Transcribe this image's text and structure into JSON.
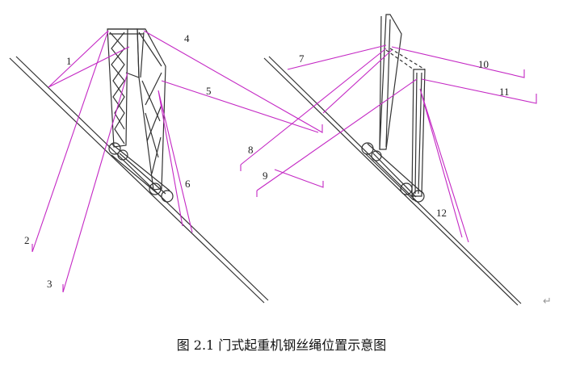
{
  "figure": {
    "caption": "图 2.1  门式起重机钢丝绳位置示意图",
    "return_mark": "↵",
    "colors": {
      "rope": "#c428c4",
      "structure": "#333333",
      "label": "#222222"
    },
    "rope_labels": [
      "1",
      "2",
      "3",
      "4",
      "5",
      "6",
      "7",
      "8",
      "9",
      "10",
      "11",
      "12"
    ]
  }
}
